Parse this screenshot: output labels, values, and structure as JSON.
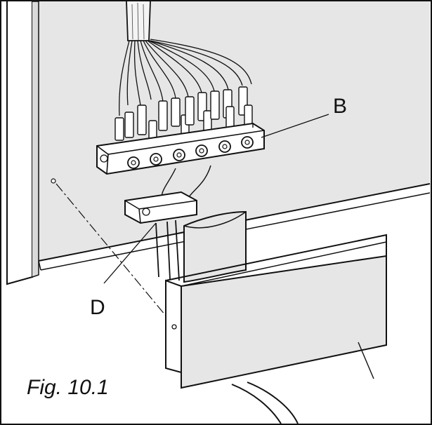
{
  "figure": {
    "caption": "Fig. 10.1",
    "callouts": {
      "b": "B",
      "d": "D"
    },
    "colors": {
      "ink": "#111111",
      "panel_shade": "#e6e6e6",
      "background": "#ffffff"
    }
  }
}
